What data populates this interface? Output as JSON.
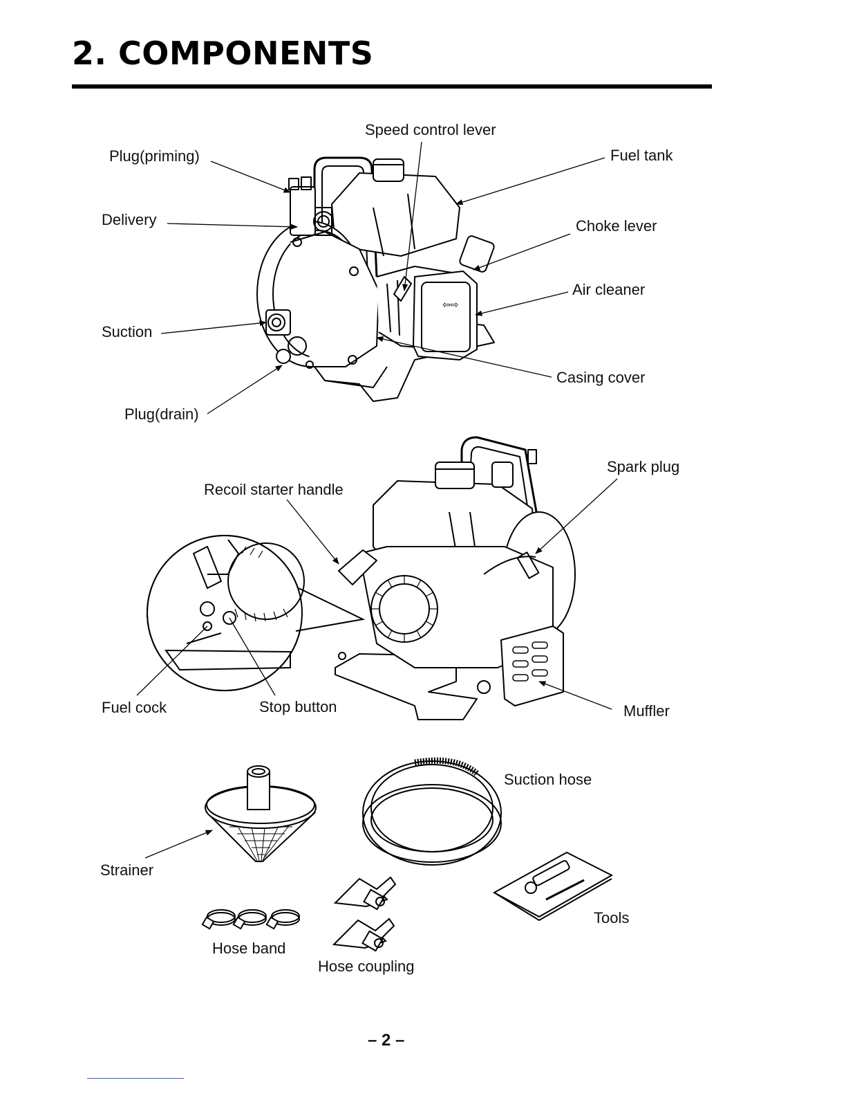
{
  "page": {
    "title": "2. COMPONENTS",
    "page_number": "– 2 –"
  },
  "labels": {
    "speed_control_lever": "Speed control lever",
    "plug_priming": "Plug(priming)",
    "fuel_tank": "Fuel tank",
    "delivery": "Delivery",
    "choke_lever": "Choke lever",
    "air_cleaner": "Air cleaner",
    "suction": "Suction",
    "casing_cover": "Casing cover",
    "plug_drain": "Plug(drain)",
    "recoil_starter_handle": "Recoil starter handle",
    "spark_plug": "Spark plug",
    "fuel_cock": "Fuel cock",
    "stop_button": "Stop button",
    "muffler": "Muffler",
    "suction_hose": "Suction hose",
    "strainer": "Strainer",
    "hose_band": "Hose band",
    "hose_coupling": "Hose coupling",
    "tools": "Tools"
  }
}
